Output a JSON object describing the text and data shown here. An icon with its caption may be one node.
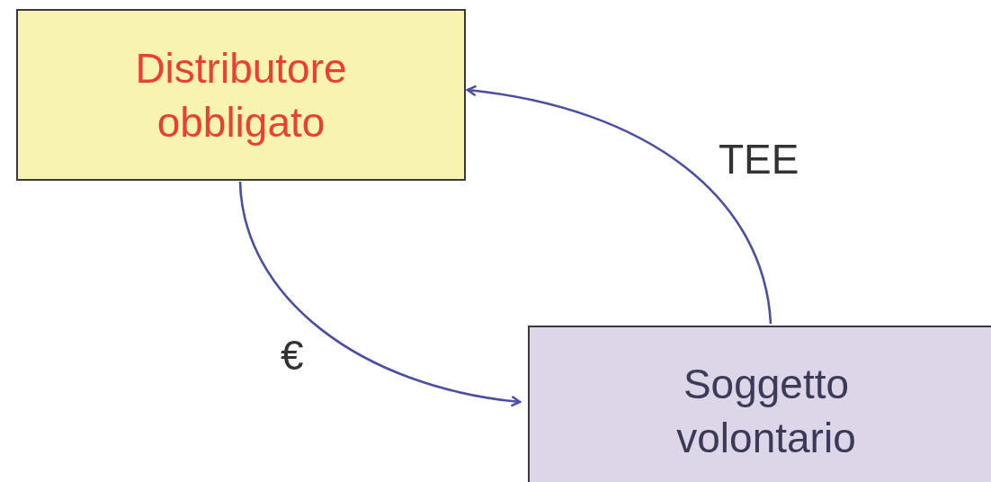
{
  "diagram": {
    "nodes": [
      {
        "text": [
          "Distributore obbligato"
        ]
      },
      {
        "text": [
          "Soggetto volontario"
        ]
      }
    ],
    "edges": [
      {
        "from": 0,
        "to": 1,
        "arrow": "to",
        "label": "€"
      },
      {
        "from": 1,
        "to": 0,
        "arrow": "to",
        "label": "TEE"
      }
    ]
  }
}
